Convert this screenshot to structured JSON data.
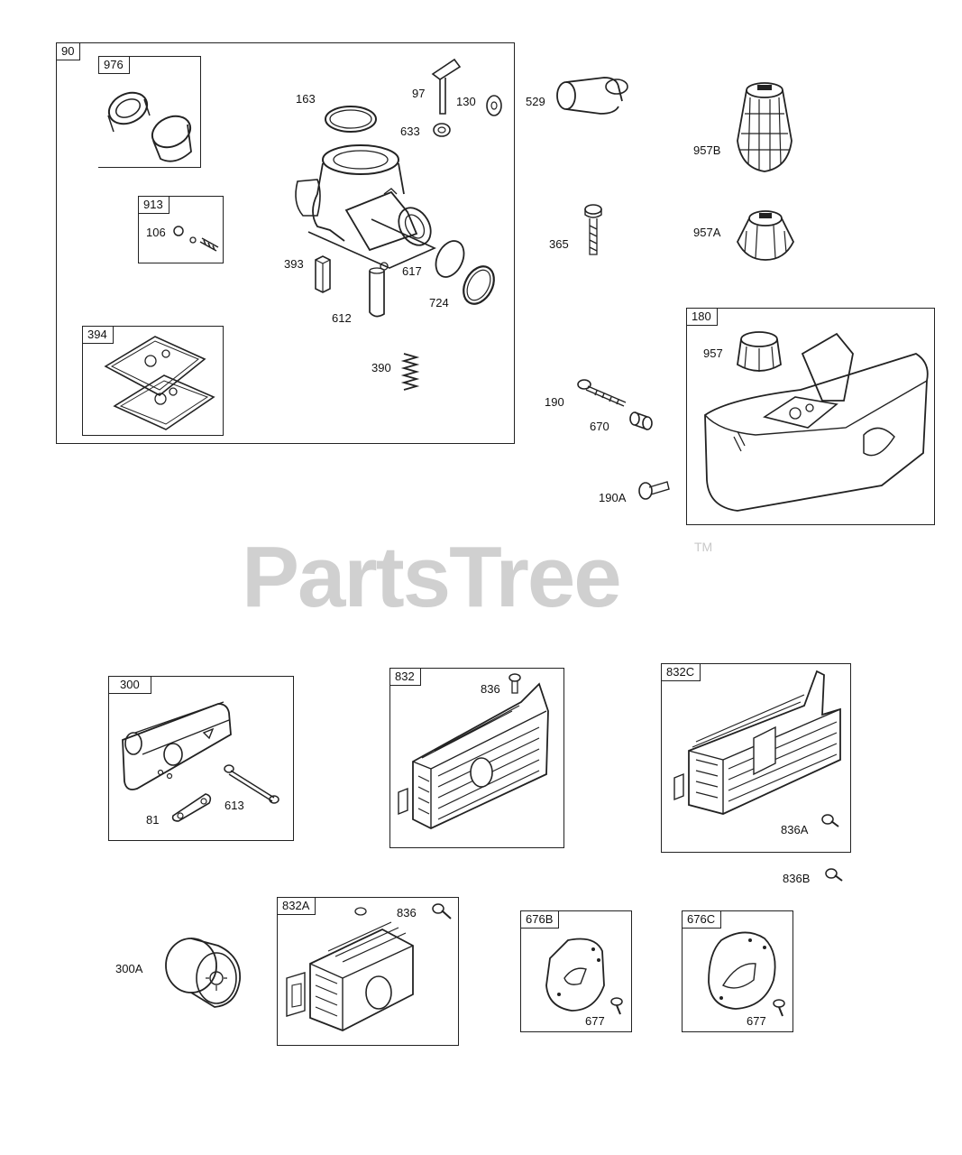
{
  "watermark": {
    "text": "PartsTree",
    "tm": "TM"
  },
  "groups": {
    "g90": "90",
    "g976": "976",
    "g913": "913",
    "g394": "394",
    "g180": "180",
    "g300": "300",
    "g832": "832",
    "g832C": "832C",
    "g832A": "832A",
    "g676B": "676B",
    "g676C": "676C"
  },
  "labels": {
    "l163": "163",
    "l97": "97",
    "l130": "130",
    "l633": "633",
    "l106": "106",
    "l393": "393",
    "l617": "617",
    "l724": "724",
    "l612": "612",
    "l390": "390",
    "l529": "529",
    "l957B": "957B",
    "l365": "365",
    "l957A": "957A",
    "l957": "957",
    "l190": "190",
    "l670": "670",
    "l190A": "190A",
    "l836a": "836",
    "l81": "81",
    "l613": "613",
    "l836A": "836A",
    "l836B": "836B",
    "l300A": "300A",
    "l836b": "836",
    "l677a": "677",
    "l677b": "677"
  }
}
